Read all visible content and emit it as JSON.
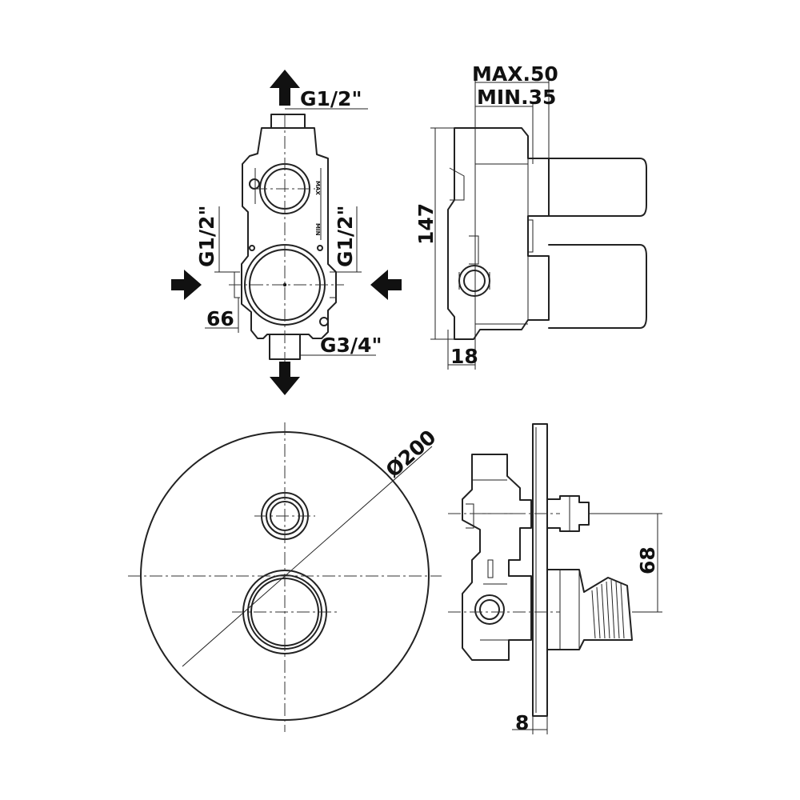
{
  "front_view": {
    "top_outlet_label": "G1/2\"",
    "left_inlet_label": "G1/2\"",
    "right_inlet_label": "G1/2\"",
    "bottom_outlet_label": "G3/4\"",
    "inlet_centres_dimension": "66",
    "max_mark": "MAX",
    "min_mark": "MIN"
  },
  "side_view": {
    "max_depth_label": "MAX.50",
    "min_depth_label": "MIN.35",
    "height_label": "147",
    "offset_label": "18"
  },
  "plate_view": {
    "diameter_label": "Ø200"
  },
  "section_view": {
    "spindle_spacing_label": "68",
    "plate_thickness_label": "8"
  }
}
